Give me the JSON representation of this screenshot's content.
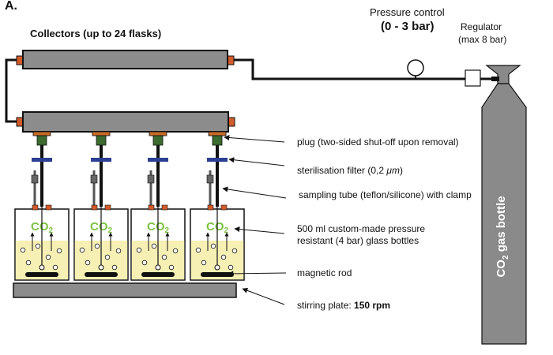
{
  "panel_label": "A.",
  "collectors_title": "Collectors (up to 24 flasks)",
  "pressure_control": {
    "label": "Pressure control",
    "range": "(0 - 3 bar)"
  },
  "regulator": {
    "label": "Regulator",
    "max": "(max 8 bar)"
  },
  "gas_bottle": {
    "prefix": "CO",
    "subscript": "2",
    "suffix": " gas bottle"
  },
  "bottle_text": {
    "prefix": "CO",
    "subscript": "2"
  },
  "annotations": {
    "plug": "plug (two-sided shut-off upon removal)",
    "filter_prefix": "sterilisation filter (0,2 ",
    "filter_unit": "μm",
    "filter_suffix": ")",
    "sampling_tube": "sampling tube (teflon/silicone) with clamp",
    "bottles_line1": "500 ml custom-made pressure",
    "bottles_line2": "resistant (4 bar) glass bottles",
    "magnetic_rod": "magnetic rod",
    "stirring_prefix": "stirring plate: ",
    "stirring_speed": "150 rpm"
  },
  "colors": {
    "collector": "#8c8c8c",
    "fitting": "#d35a2a",
    "plug": "#3b6b2f",
    "plug_cap": "#c46a28",
    "filter": "#2c3f93",
    "medium": "#f7f0b4",
    "gas_text": "#7cc242",
    "bottle_grey": "#8a8a8a"
  }
}
